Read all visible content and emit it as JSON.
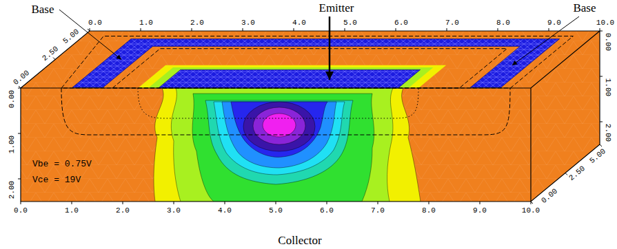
{
  "diagram": {
    "labels": [
      "Base",
      "Emitter",
      "Base",
      "0.0",
      "1.0",
      "2.0",
      "3.0",
      "4.0",
      "5.0",
      "6.0",
      "7.0",
      "8.0",
      "9.0",
      "10.0",
      "5.00",
      "2.50",
      "0.00",
      "0.00",
      "1.00",
      "2.00",
      "Vbe = 0.75V",
      "Vce = 19V",
      "0.0",
      "1.0",
      "2.0",
      "3.0",
      "4.0",
      "5.0",
      "6.0",
      "7.0",
      "8.0",
      "9.0",
      "10.0",
      "Collector",
      "0.00",
      "1.00",
      "2.00",
      "5.00",
      "2.50",
      "0.00"
    ]
  }
}
